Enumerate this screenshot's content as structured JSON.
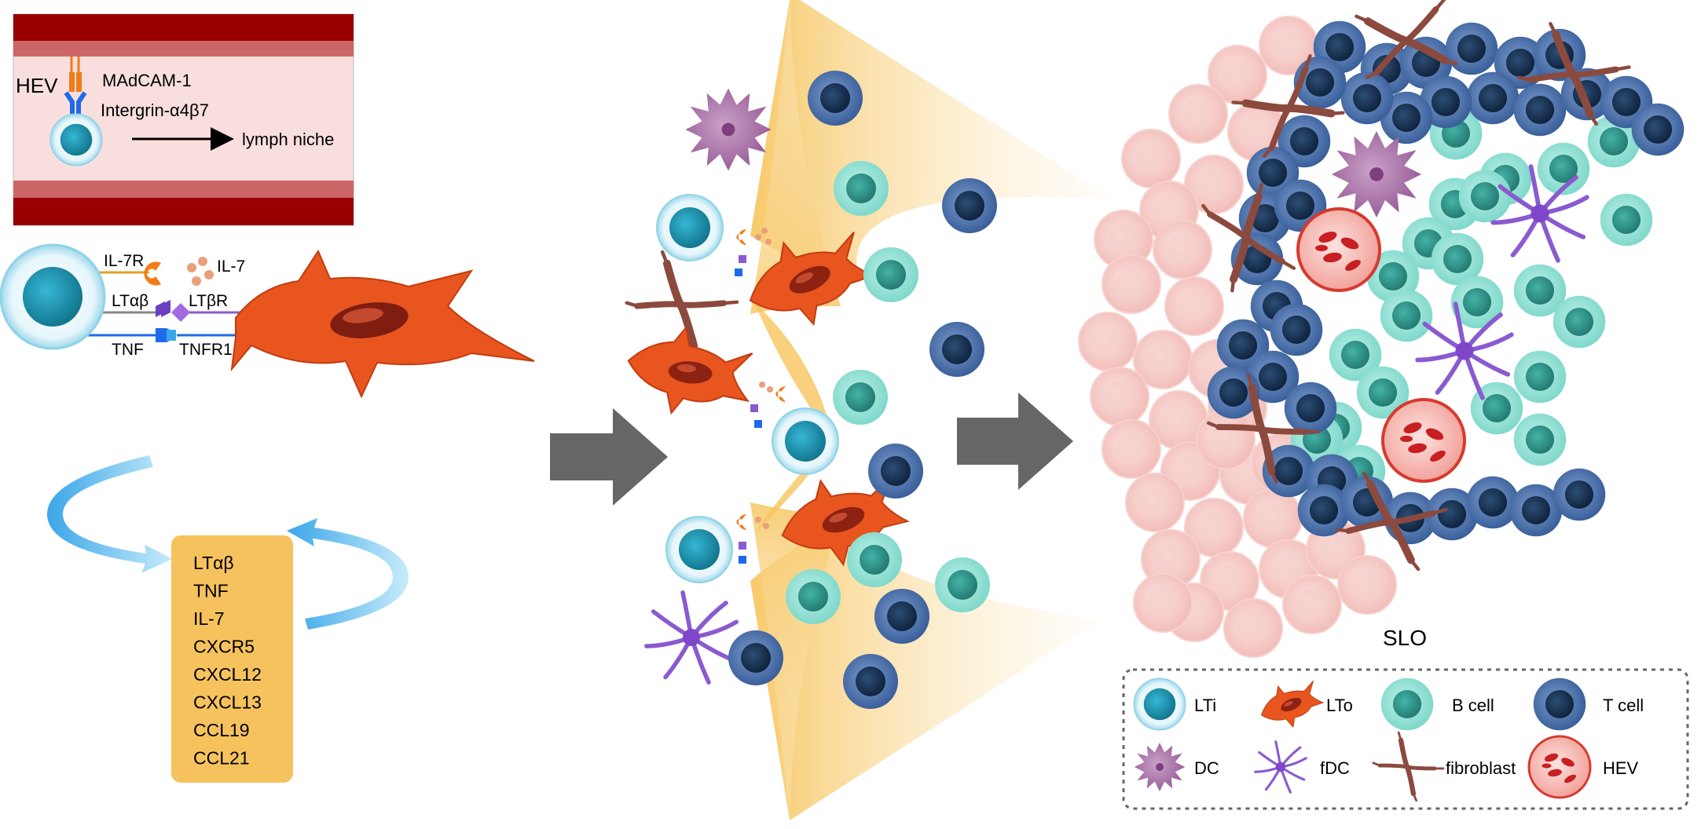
{
  "hev_panel": {
    "label": "HEV",
    "receptor": "MAdCAM-1",
    "integrin": "Intergrin-α4β7",
    "destination": "lymph niche"
  },
  "interaction_panel": {
    "il7r": "IL-7R",
    "il7": "IL-7",
    "lt_ab": "LTαβ",
    "lt_br": "LTβR",
    "tnf": "TNF",
    "tnfr1": "TNFR1"
  },
  "feedback_box": {
    "items": [
      "LTαβ",
      "TNF",
      "IL-7",
      "CXCR5",
      "CXCL12",
      "CXCL13",
      "CCL19",
      "CCL21"
    ]
  },
  "slo_label": "SLO",
  "legend": {
    "items": [
      {
        "icon": "lti-cell-icon",
        "label": "LTi"
      },
      {
        "icon": "lto-cell-icon",
        "label": "LTo"
      },
      {
        "icon": "b-cell-icon",
        "label": "B cell"
      },
      {
        "icon": "t-cell-icon",
        "label": "T cell"
      },
      {
        "icon": "dc-icon",
        "label": "DC"
      },
      {
        "icon": "fdc-icon",
        "label": "fDC"
      },
      {
        "icon": "fibroblast-icon",
        "label": "fibroblast"
      },
      {
        "icon": "hev-icon",
        "label": "HEV"
      }
    ]
  },
  "colors": {
    "vessel_wall": "#990000",
    "vessel_inner": "#cc6666",
    "vessel_lumen": "#f9dede",
    "lti_core": "#1a8fb0",
    "lto": "#e8551f",
    "b_cell": "#3fb1a3",
    "t_cell": "#1d3d66",
    "dc": "#a06a9e",
    "fdc": "#8a5ad0",
    "fibroblast": "#8b4a3d",
    "hev": "#d0302a",
    "feedback_box": "#f6c25e",
    "arrow_gray": "#666666"
  }
}
